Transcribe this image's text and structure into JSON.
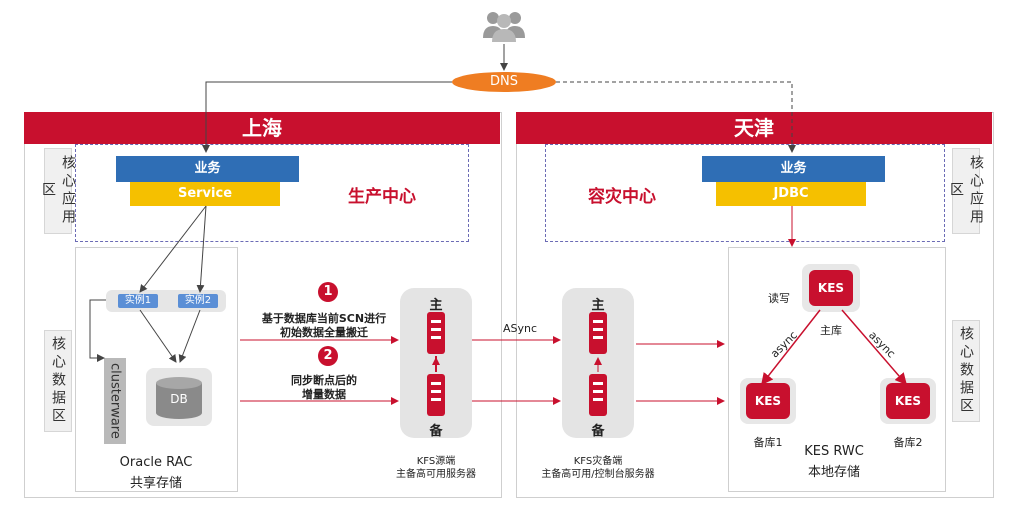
{
  "dns": {
    "label": "DNS"
  },
  "left": {
    "region_title": "上海",
    "app_zone_label": "核心应用区",
    "data_zone_label": "核心数据区",
    "business": "业务",
    "service": "Service",
    "center_title": "生产中心",
    "instance1": "实例1",
    "instance2": "实例2",
    "clusterware": "clusterware",
    "db": "DB",
    "rac_line1": "Oracle RAC",
    "rac_line2": "共享存储"
  },
  "steps": {
    "step1_num": "1",
    "step1_line1": "基于数据库当前SCN进行",
    "step1_line2": "初始数据全量搬迁",
    "step2_num": "2",
    "step2_line1": "同步断点后的",
    "step2_line2": "增量数据",
    "async_label": "ASync"
  },
  "kfs_source": {
    "primary": "主",
    "standby": "备",
    "line1": "KFS源端",
    "line2": "主备高可用服务器"
  },
  "kfs_dr": {
    "primary": "主",
    "standby": "备",
    "line1": "KFS灾备端",
    "line2": "主备高可用/控制台服务器"
  },
  "right": {
    "region_title": "天津",
    "app_zone_label": "核心应用区",
    "data_zone_label": "核心数据区",
    "business": "业务",
    "jdbc": "JDBC",
    "center_title": "容灾中心",
    "read_write": "读写",
    "kes_main": "KES",
    "main_lib": "主库",
    "async_left": "async",
    "async_right": "async",
    "kes_s1": "KES",
    "kes_s2": "KES",
    "standby1": "备库1",
    "standby2": "备库2",
    "rwc_line1": "KES RWC",
    "rwc_line2": "本地存储"
  },
  "colors": {
    "brand_red": "#c8102e",
    "blue": "#2f6eb5",
    "yellow": "#f5c000",
    "dns_orange": "#ef7d22"
  }
}
